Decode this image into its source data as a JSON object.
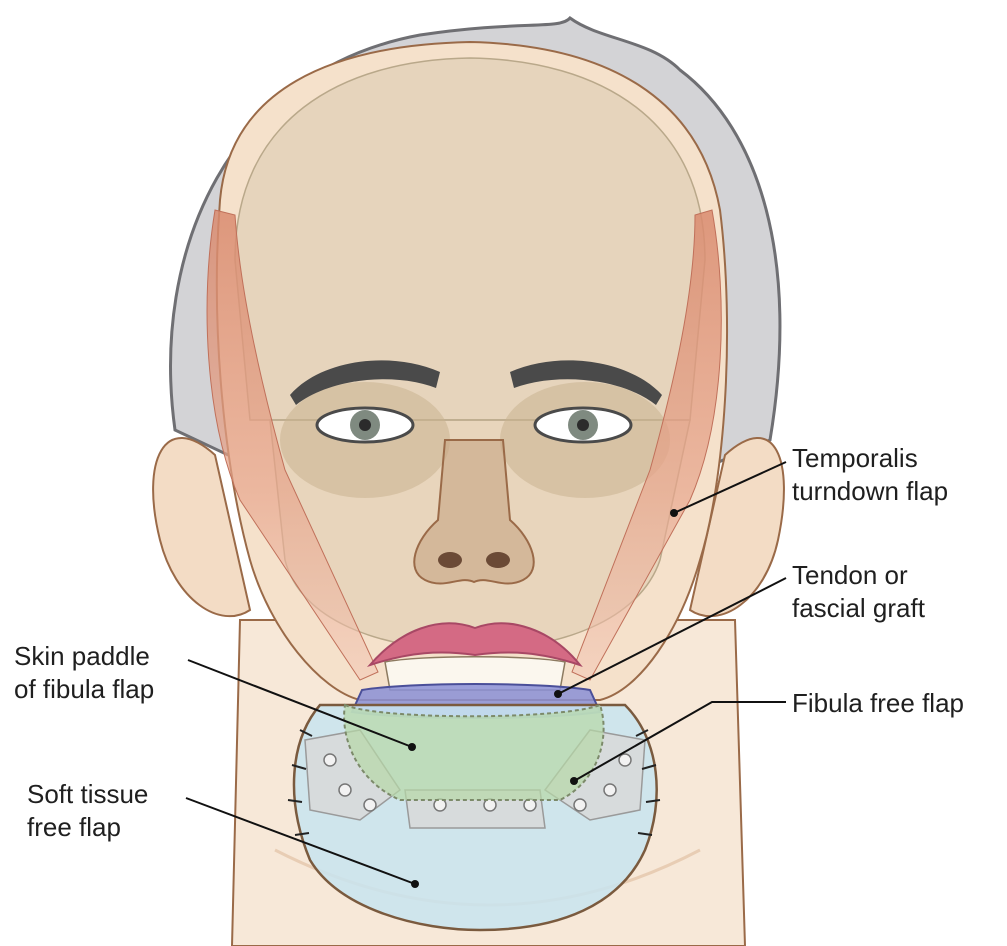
{
  "labels": {
    "temporalis": {
      "line1": "Temporalis",
      "line2": "turndown flap"
    },
    "tendon": {
      "line1": "Tendon or",
      "line2": "fascial graft"
    },
    "fibula": {
      "line1": "Fibula free flap"
    },
    "skin_paddle": {
      "line1": "Skin paddle",
      "line2": "of fibula flap"
    },
    "soft_tissue": {
      "line1": "Soft tissue",
      "line2": "free flap"
    }
  },
  "colors": {
    "skin": "#f6e6d4",
    "skin_outline": "#9a6a48",
    "hair": "#c9c9cc",
    "skull": "#d7c8ad",
    "muscle": "#d98a6e",
    "skin_paddle": "#b6d9a6",
    "soft_tissue_flap": "#c8e4f0",
    "tendon_graft": "#8a8fd6",
    "lips": "#d46a84",
    "brow": "#4a4a4a",
    "label_text": "#1f1f1f",
    "leader_line": "#111111"
  }
}
